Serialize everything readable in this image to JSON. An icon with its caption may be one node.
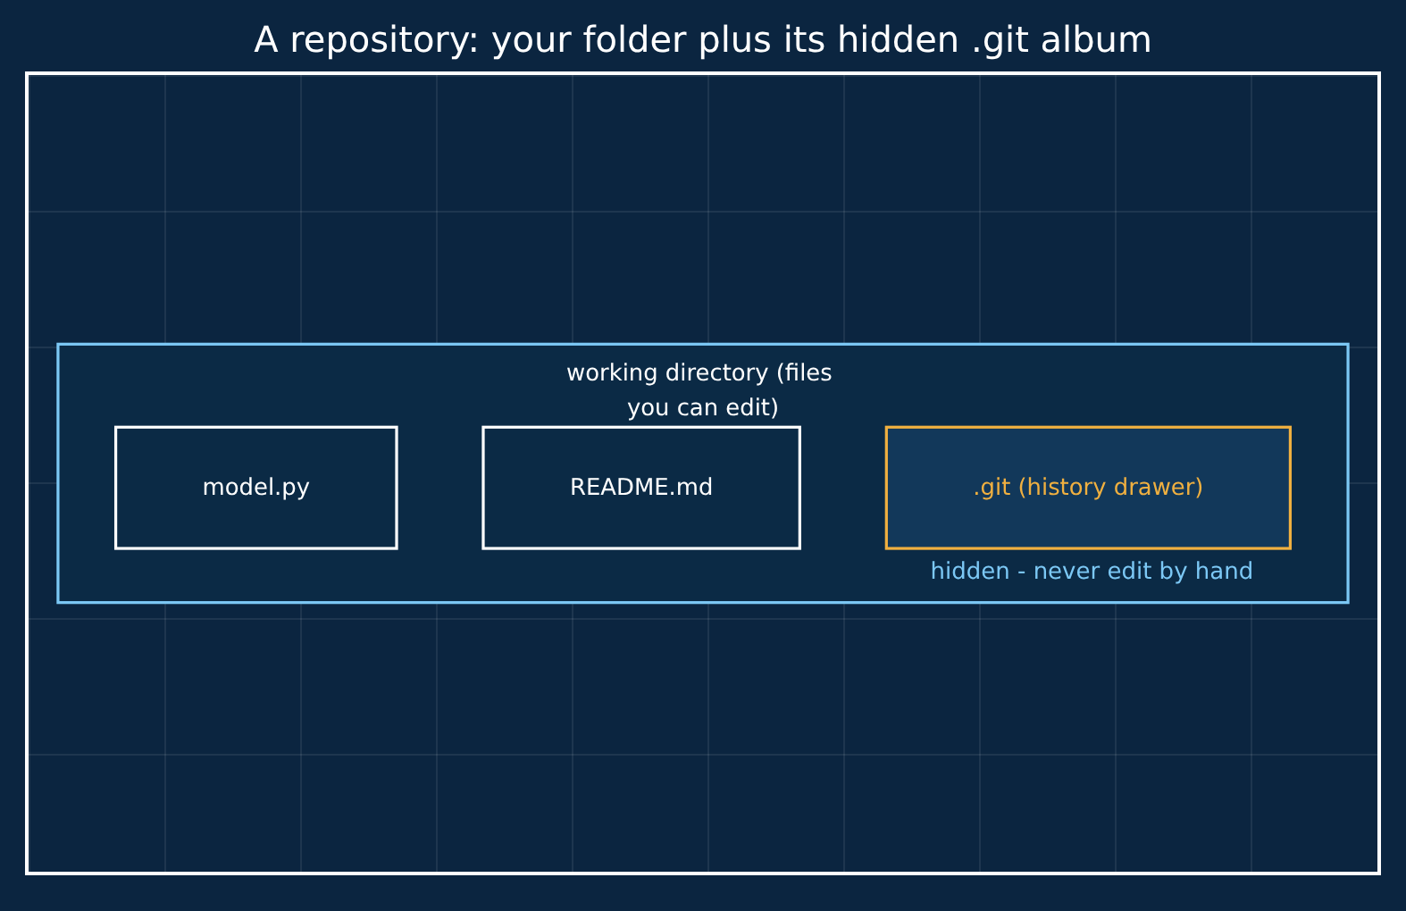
{
  "diagram": {
    "title": "A repository: your folder plus its hidden .git album",
    "nodes": [
      {
        "text": [
          "working directory (files you can edit)"
        ]
      },
      {
        "text": [
          "model.py"
        ],
        "in": 0
      },
      {
        "text": [
          "README.md"
        ],
        "in": 0
      },
      {
        "text": [
          ".git (history drawer)"
        ],
        "in": 0,
        "beside": [
          "hidden - never edit by hand"
        ]
      }
    ]
  }
}
